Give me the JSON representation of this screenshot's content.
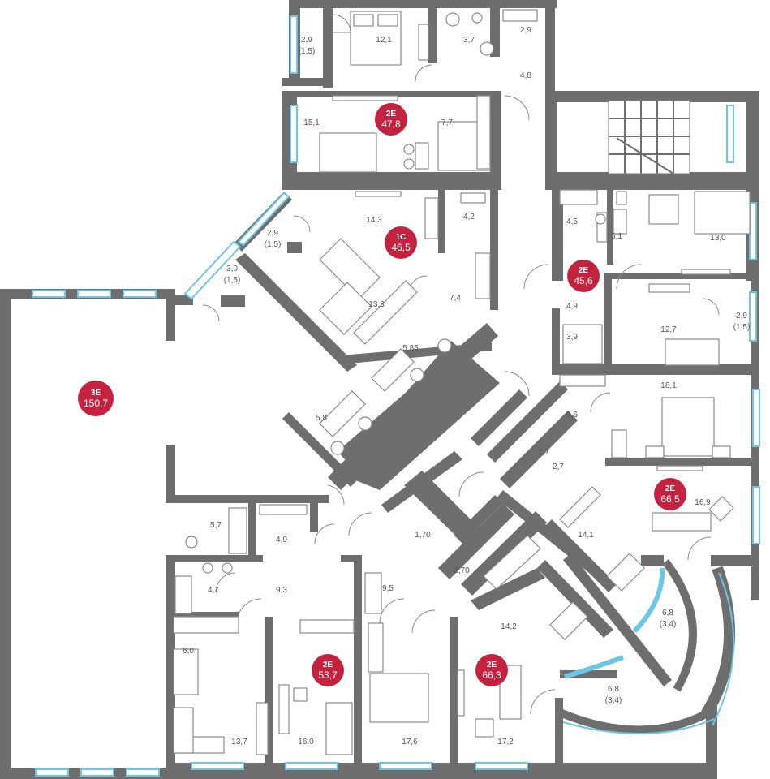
{
  "colors": {
    "wall": "#6e6e6e",
    "badge": "#c4233f",
    "window": "#6ec6e6",
    "label": "#555555"
  },
  "apartments": [
    {
      "id": "apt-1",
      "type": "2Е",
      "area": "47,8"
    },
    {
      "id": "apt-2",
      "type": "1С",
      "area": "46,5"
    },
    {
      "id": "apt-3",
      "type": "2Е",
      "area": "45,6"
    },
    {
      "id": "apt-4",
      "type": "3Е",
      "area": "150,7"
    },
    {
      "id": "apt-5",
      "type": "2Е",
      "area": "66,5"
    },
    {
      "id": "apt-6",
      "type": "2Е",
      "area": "53,7"
    },
    {
      "id": "apt-7",
      "type": "2Е",
      "area": "66,3"
    }
  ],
  "rooms": [
    {
      "main": "2,9",
      "sub": "(1,5)"
    },
    {
      "main": "12,1"
    },
    {
      "main": "3,7"
    },
    {
      "main": "2,9"
    },
    {
      "main": "4,8"
    },
    {
      "main": "15,1"
    },
    {
      "main": "7,7"
    },
    {
      "main": "14,3"
    },
    {
      "main": "4,2"
    },
    {
      "main": "2,9",
      "sub": "(1,5)"
    },
    {
      "main": "3,0",
      "sub": "(1,5)"
    },
    {
      "main": "13,3"
    },
    {
      "main": "7,4"
    },
    {
      "main": "5,85"
    },
    {
      "main": "5,8"
    },
    {
      "main": "4,5"
    },
    {
      "main": "5,1"
    },
    {
      "main": "13,0"
    },
    {
      "main": "4,9"
    },
    {
      "main": "12,7"
    },
    {
      "main": "2,9",
      "sub": "(1,5)"
    },
    {
      "main": "3,9"
    },
    {
      "main": "18,1"
    },
    {
      "main": "9,6"
    },
    {
      "main": "1,7"
    },
    {
      "main": "2,7"
    },
    {
      "main": "16,9"
    },
    {
      "main": "5,7"
    },
    {
      "main": "4,0"
    },
    {
      "main": "1,70"
    },
    {
      "main": "14,1"
    },
    {
      "main": "4,7"
    },
    {
      "main": "9,3"
    },
    {
      "main": "9,5"
    },
    {
      "main": "2,70"
    },
    {
      "main": "6,8",
      "sub": "(3,4)"
    },
    {
      "main": "14,2"
    },
    {
      "main": "6,0"
    },
    {
      "main": "6,8",
      "sub": "(3,4)"
    },
    {
      "main": "13,7"
    },
    {
      "main": "16,0"
    },
    {
      "main": "17,6"
    },
    {
      "main": "17,2"
    }
  ]
}
